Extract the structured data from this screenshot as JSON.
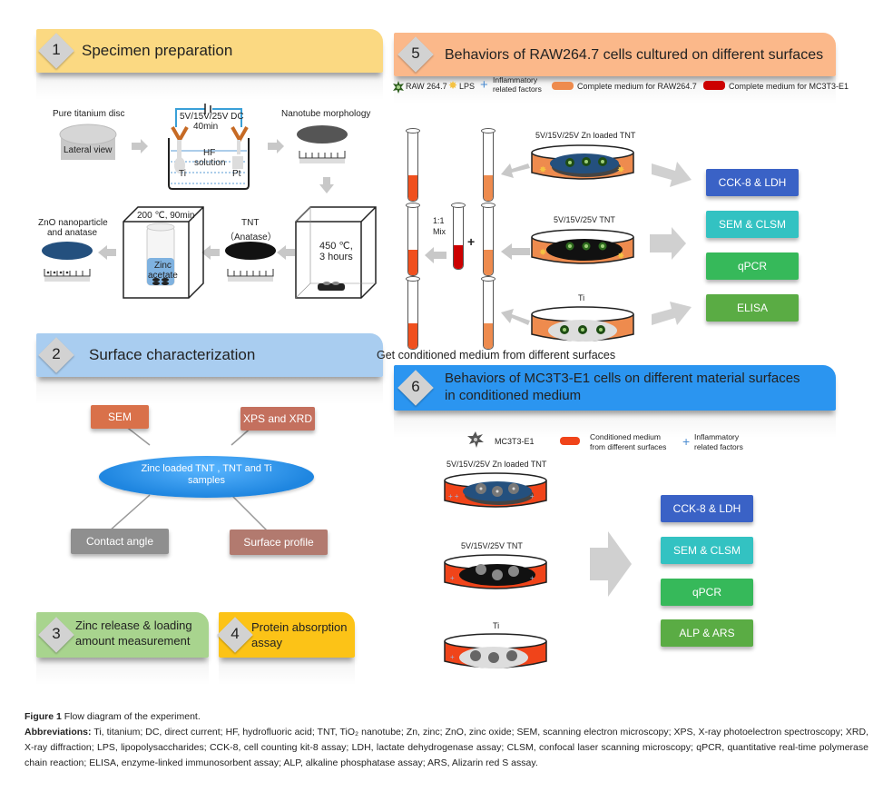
{
  "section1": {
    "number": "1",
    "title": "Specimen preparation",
    "color": "#fbd982",
    "labels": {
      "pure_ti": "Pure titanium disc",
      "lateral_view": "Lateral view",
      "voltage": "5V/15V/25V DC",
      "time": "40min",
      "hf": "HF",
      "solution": "solution",
      "ti": "Ti",
      "pt": "Pt",
      "nanotube_morphology": "Nanotube morphology",
      "anneal_temp": "450 ℃,",
      "anneal_time": "3 hours",
      "tnt": "TNT",
      "anatase": "（Anatase）",
      "hydro": "200 ℃, 90min",
      "zinc": "Zinc",
      "acetate": "acetate",
      "zno_1": "ZnO nanoparticle",
      "zno_2": "and anatase"
    }
  },
  "section2": {
    "number": "2",
    "title": "Surface characterization",
    "color": "#a9cdf0",
    "center_line1": "Zinc loaded TNT , TNT and Ti",
    "center_line2": "samples",
    "nodes": [
      {
        "label": "SEM",
        "color": "#d9714a"
      },
      {
        "label": "XPS and XRD",
        "color": "#c4705e"
      },
      {
        "label": "Contact angle",
        "color": "#8f8f8f"
      },
      {
        "label": "Surface profile",
        "color": "#b27a6f"
      }
    ]
  },
  "section3": {
    "number": "3",
    "line1": "Zinc release & loading",
    "line2": "amount measurement",
    "color": "#a8d48e"
  },
  "section4": {
    "number": "4",
    "line1": "Protein absorption",
    "line2": "assay",
    "color": "#fcc317"
  },
  "section5": {
    "number": "5",
    "title": "Behaviors of RAW264.7 cells cultured on different surfaces",
    "color": "#fbb88a",
    "legend": {
      "raw": "RAW 264.7",
      "lps": "LPS",
      "inflam1": "Inflammatory",
      "inflam2": "related factors",
      "medium_raw": "Complete medium for RAW264.7",
      "medium_mc": "Complete medium for MC3T3-E1"
    },
    "dish_labels": [
      "5V/15V/25V Zn loaded TNT",
      "5V/15V/25V TNT",
      "Ti"
    ],
    "mix1": "1:1",
    "mix2": "Mix",
    "plus": "+",
    "conditioned": "Get conditioned medium from different surfaces",
    "assays": [
      {
        "label": "CCK-8 & LDH",
        "color": "#3a62c6"
      },
      {
        "label": "SEM & CLSM",
        "color": "#33c2c2"
      },
      {
        "label": "qPCR",
        "color": "#36b95a"
      },
      {
        "label": "ELISA",
        "color": "#5aac44"
      }
    ]
  },
  "section6": {
    "number": "6",
    "line1": "Behaviors of MC3T3-E1 cells on different material surfaces",
    "line2": "in conditioned medium",
    "color": "#2b95f0",
    "legend": {
      "mc": "MC3T3-E1",
      "cond1": "Conditioned medium",
      "cond2": "from different surfaces",
      "inflam1": "Inflammatory",
      "inflam2": "related factors"
    },
    "dish_labels": [
      "5V/15V/25V Zn loaded TNT",
      "5V/15V/25V TNT",
      "Ti"
    ],
    "assays": [
      {
        "label": "CCK-8 & LDH",
        "color": "#3a62c6"
      },
      {
        "label": "SEM & CLSM",
        "color": "#33c2c2"
      },
      {
        "label": "qPCR",
        "color": "#36b95a"
      },
      {
        "label": "ALP & ARS",
        "color": "#5aac44"
      }
    ]
  },
  "caption": {
    "figure_label": "Figure 1",
    "figure_title": "Flow diagram of the experiment.",
    "abbrev_label": "Abbreviations:",
    "abbrev_text": "Ti, titanium; DC, direct current; HF, hydrofluoric acid; TNT, TiO₂ nanotube; Zn, zinc; ZnO, zinc oxide; SEM, scanning electron microscopy; XPS, X-ray photoelectron spectroscopy; XRD, X-ray diffraction; LPS, lipopolysaccharides; CCK-8, cell counting kit-8 assay; LDH, lactate dehydrogenase assay; CLSM, confocal laser scanning microscopy; qPCR, quantitative real-time polymerase chain reaction; ELISA, enzyme-linked immunosorbent assay; ALP, alkaline phosphatase assay; ARS, Alizarin red S assay."
  }
}
